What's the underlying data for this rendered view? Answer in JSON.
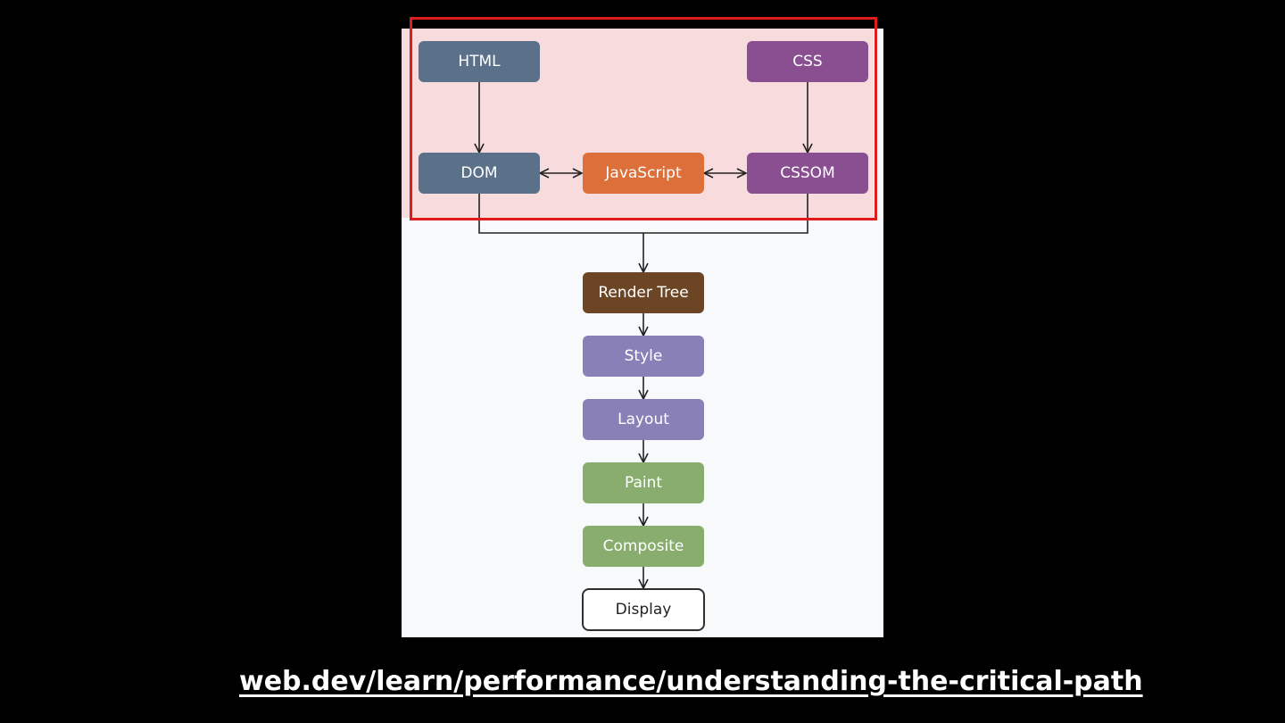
{
  "diagram": {
    "nodes": {
      "html": "HTML",
      "css": "CSS",
      "dom": "DOM",
      "javascript": "JavaScript",
      "cssom": "CSSOM",
      "render_tree": "Render Tree",
      "style": "Style",
      "layout": "Layout",
      "paint": "Paint",
      "composite": "Composite",
      "display": "Display"
    },
    "edges": [
      {
        "from": "HTML",
        "to": "DOM",
        "type": "arrow"
      },
      {
        "from": "CSS",
        "to": "CSSOM",
        "type": "arrow"
      },
      {
        "from": "DOM",
        "to": "JavaScript",
        "type": "bidirectional"
      },
      {
        "from": "JavaScript",
        "to": "CSSOM",
        "type": "bidirectional"
      },
      {
        "from": "DOM",
        "to": "Render Tree",
        "type": "arrow"
      },
      {
        "from": "CSSOM",
        "to": "Render Tree",
        "type": "arrow"
      },
      {
        "from": "Render Tree",
        "to": "Style",
        "type": "arrow"
      },
      {
        "from": "Style",
        "to": "Layout",
        "type": "arrow"
      },
      {
        "from": "Layout",
        "to": "Paint",
        "type": "arrow"
      },
      {
        "from": "Paint",
        "to": "Composite",
        "type": "arrow"
      },
      {
        "from": "Composite",
        "to": "Display",
        "type": "arrow"
      }
    ],
    "colors": {
      "html_dom": "#5b7089",
      "css_cssom": "#8a4f91",
      "javascript": "#dd6f3b",
      "render_tree": "#6c4524",
      "style_layout": "#8a80b8",
      "paint_composite": "#88ad6e",
      "highlight": "#e01b1b"
    }
  },
  "source_url": "web.dev/learn/performance/understanding-the-critical-path"
}
